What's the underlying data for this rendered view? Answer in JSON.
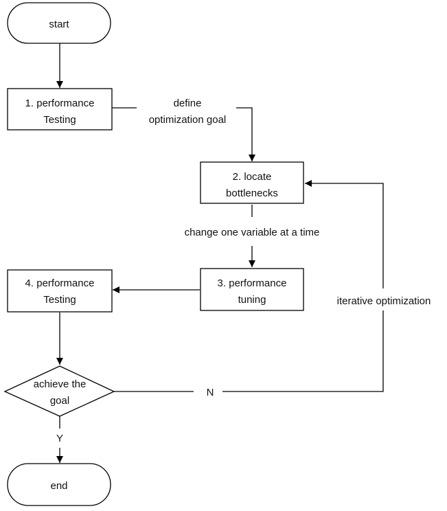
{
  "nodes": {
    "start": {
      "label": "start"
    },
    "perf_testing_1": {
      "line1": "1. performance",
      "line2": "Testing"
    },
    "locate_bottlenecks": {
      "line1": "2. locate",
      "line2": "bottlenecks"
    },
    "perf_tuning": {
      "line1": "3. performance",
      "line2": "tuning"
    },
    "perf_testing_4": {
      "line1": "4. performance",
      "line2": "Testing"
    },
    "decision": {
      "line1": "achieve the",
      "line2": "goal"
    },
    "end": {
      "label": "end"
    }
  },
  "edges": {
    "define_goal": {
      "line1": "define",
      "line2": "optimization goal"
    },
    "change_variable": {
      "label": "change one variable at a time"
    },
    "iterative": {
      "label": "iterative optimization"
    },
    "no": {
      "label": "N"
    },
    "yes": {
      "label": "Y"
    }
  }
}
